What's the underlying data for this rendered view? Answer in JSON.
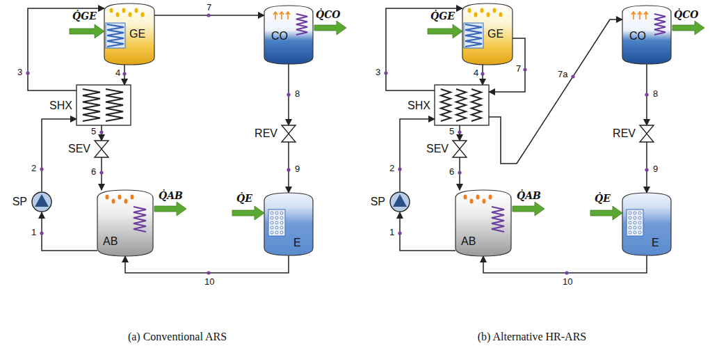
{
  "diagram": {
    "nodes": [
      {
        "text": [
          "GE"
        ]
      },
      {
        "text": [
          "CO"
        ]
      },
      {
        "text": [
          "SHX"
        ]
      },
      {
        "text": [
          "SEV"
        ]
      },
      {
        "text": [
          "SP"
        ]
      },
      {
        "text": [
          "AB"
        ]
      },
      {
        "text": [
          "E"
        ]
      },
      {
        "text": [
          "REV"
        ]
      },
      {
        "text": [
          "GE"
        ]
      },
      {
        "text": [
          "CO"
        ]
      },
      {
        "text": [
          "SHX"
        ]
      },
      {
        "text": [
          "SEV"
        ]
      },
      {
        "text": [
          "SP"
        ]
      },
      {
        "text": [
          "AB"
        ]
      },
      {
        "text": [
          "E"
        ]
      },
      {
        "text": [
          "REV"
        ]
      }
    ],
    "edges": [
      {
        "from": 5,
        "to": 4,
        "arrow": "to",
        "label": "1"
      },
      {
        "from": 4,
        "to": 2,
        "arrow": "to",
        "label": "2"
      },
      {
        "from": 2,
        "to": 0,
        "arrow": "to",
        "label": "3"
      },
      {
        "from": 0,
        "to": 2,
        "arrow": "to",
        "label": "4"
      },
      {
        "from": 2,
        "to": 3,
        "arrow": "to",
        "label": "5"
      },
      {
        "from": 3,
        "to": 5,
        "arrow": "to",
        "label": "6"
      },
      {
        "from": 0,
        "to": 1,
        "arrow": "to",
        "label": "7"
      },
      {
        "from": 1,
        "to": 7,
        "arrow": "to",
        "label": "8"
      },
      {
        "from": 7,
        "to": 6,
        "arrow": "to",
        "label": "9"
      },
      {
        "from": 6,
        "to": 5,
        "arrow": "to",
        "label": "10"
      },
      {
        "from": 13,
        "to": 12,
        "arrow": "to",
        "label": "1"
      },
      {
        "from": 12,
        "to": 10,
        "arrow": "to",
        "label": "2"
      },
      {
        "from": 10,
        "to": 8,
        "arrow": "to",
        "label": "3"
      },
      {
        "from": 8,
        "to": 10,
        "arrow": "to",
        "label": "4"
      },
      {
        "from": 10,
        "to": 11,
        "arrow": "to",
        "label": "5"
      },
      {
        "from": 11,
        "to": 13,
        "arrow": "to",
        "label": "6"
      },
      {
        "from": 8,
        "to": 10,
        "arrow": "to",
        "label": "7"
      },
      {
        "from": 10,
        "to": 9,
        "arrow": "to",
        "label": "7a"
      },
      {
        "from": 9,
        "to": 15,
        "arrow": "to",
        "label": "8"
      },
      {
        "from": 15,
        "to": 14,
        "arrow": "to",
        "label": "9"
      },
      {
        "from": 14,
        "to": 13,
        "arrow": "to",
        "label": "10"
      }
    ],
    "labels": [
      "Q̇GE",
      "Q̇CO",
      "Q̇AB",
      "Q̇E",
      "Q̇GE",
      "Q̇CO",
      "Q̇AB",
      "Q̇E",
      "(a) Conventional ARS",
      "(b) Alternative HR-ARS"
    ]
  }
}
